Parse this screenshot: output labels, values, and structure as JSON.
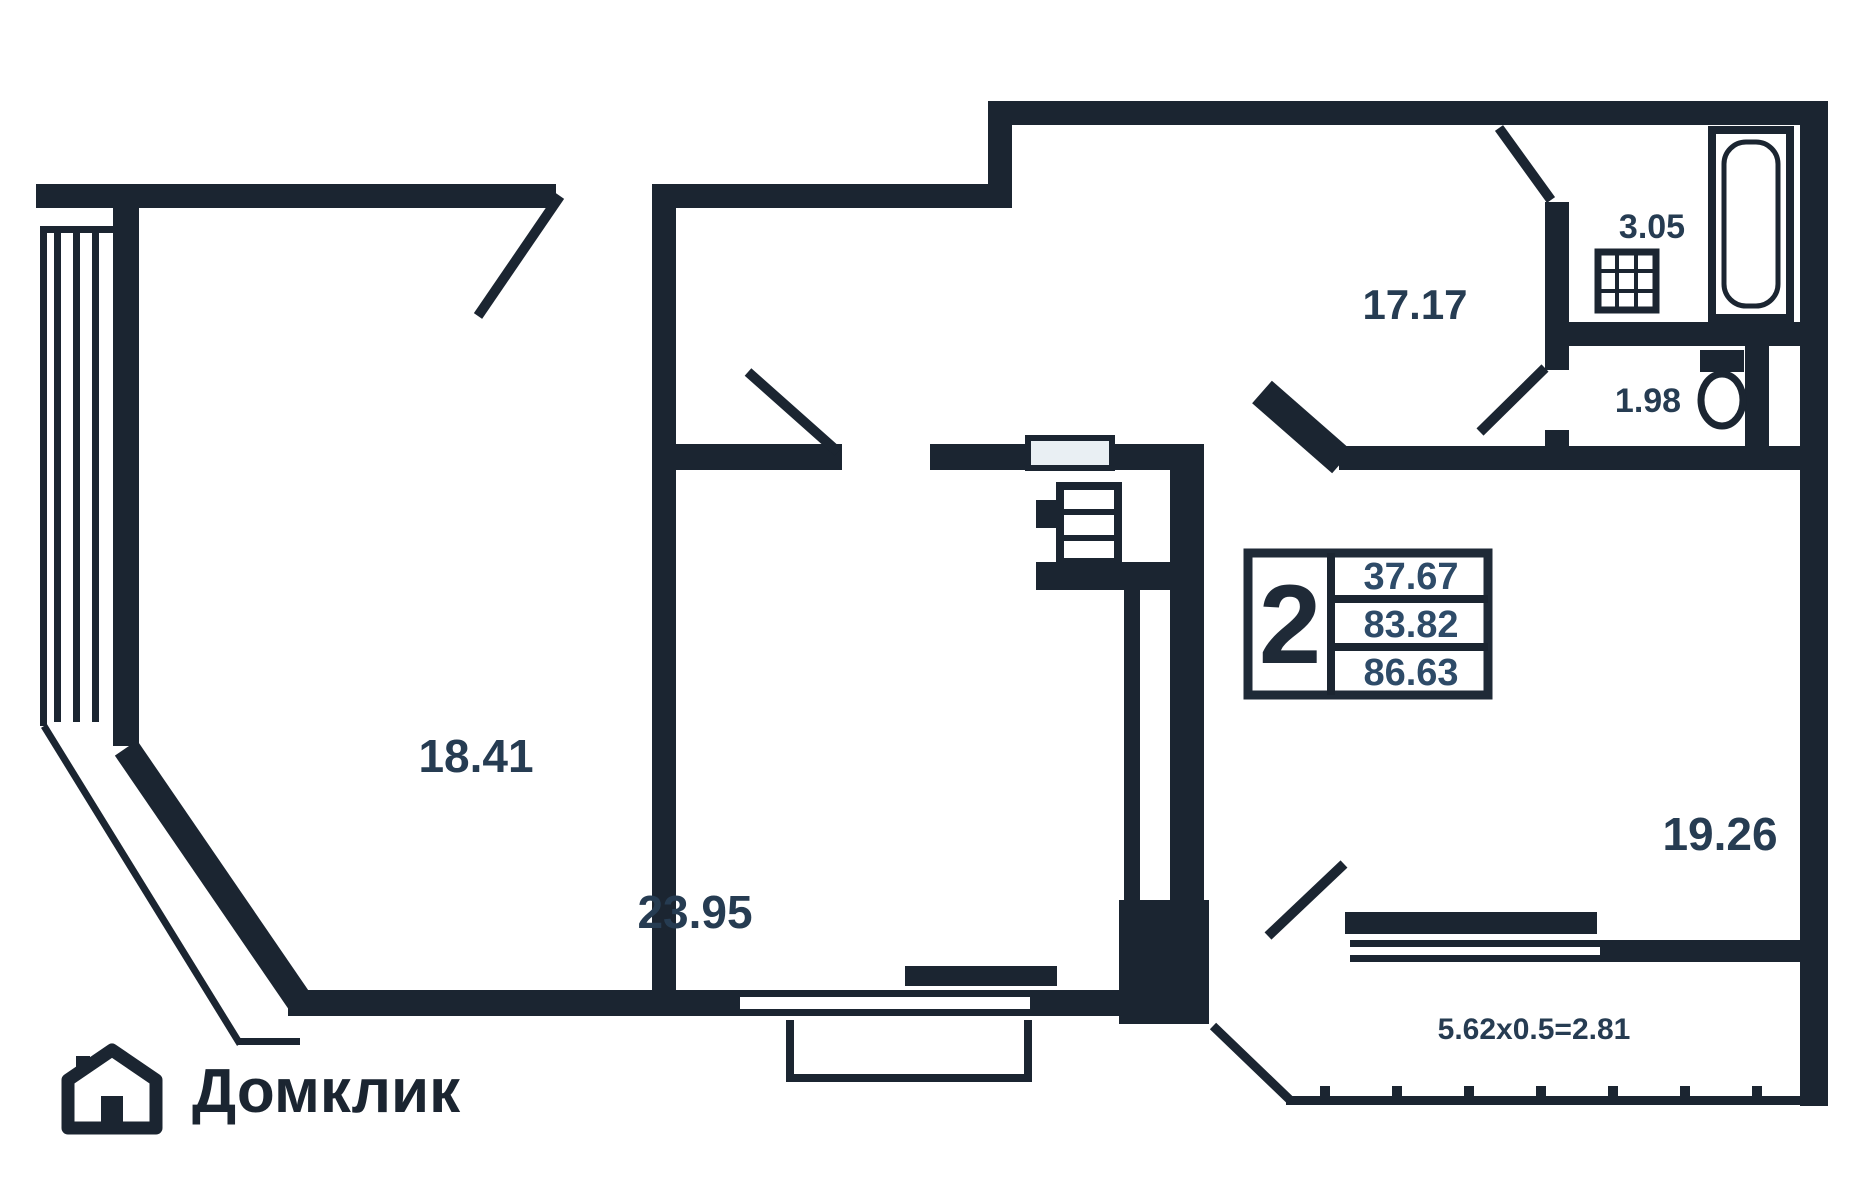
{
  "floor_plan": {
    "badge": {
      "room_count": "2",
      "living_area": "37.67",
      "total_area": "83.82",
      "total_area_with_balcony": "86.63"
    },
    "labels": {
      "bedroom_left": "18.41",
      "living_middle": "23.95",
      "room_right": "19.26",
      "hallway": "17.17",
      "bathroom": "3.05",
      "wc": "1.98",
      "loggia": "5.62x0.5=2.81"
    },
    "colors": {
      "wall": "#1B2531",
      "room_label": "#263C52",
      "badge_number": "#2E4B68",
      "window_glass": "#E9EFF3"
    }
  },
  "branding": {
    "logo_text": "Домклик"
  }
}
